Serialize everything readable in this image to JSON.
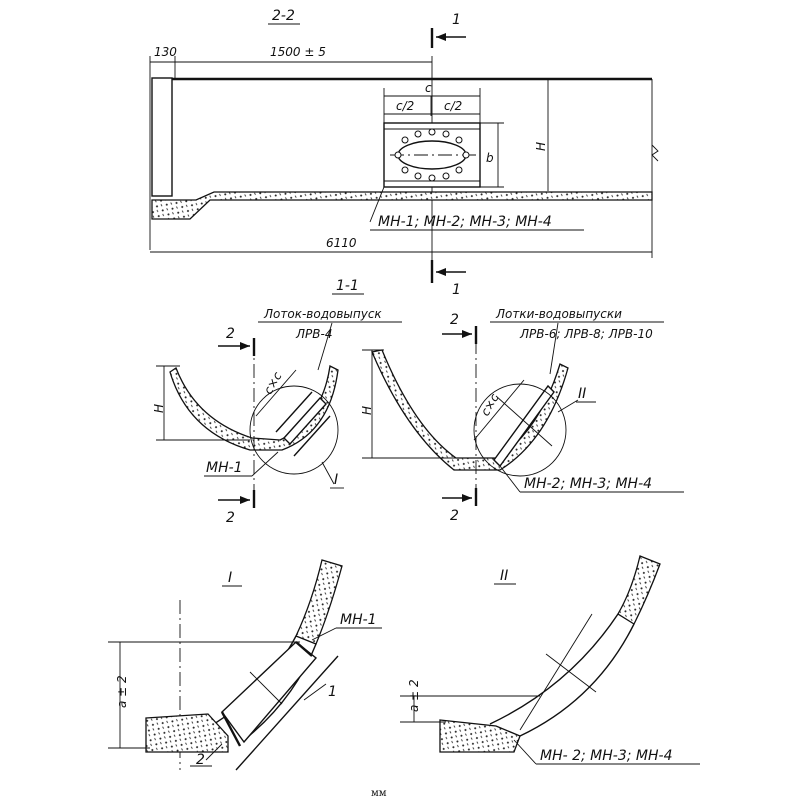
{
  "section_2_2": {
    "title": "2-2",
    "dim_left": "130",
    "dim_span": "1500 ± 5",
    "dim_total": "6110",
    "dim_c": "c",
    "dim_c_half_left": "c/2",
    "dim_c_half_right": "c/2",
    "dim_b": "b",
    "dim_h": "H",
    "parts_label": "МН-1; МН-2; МН-3; МН-4",
    "cut_marker_top": "1",
    "cut_marker_bottom": "1"
  },
  "section_1_1": {
    "title": "1-1",
    "left": {
      "callout_line1": "Лоток-водовыпуск",
      "callout_line2": "ЛРВ-4",
      "dim_h": "H",
      "dim_cxc": "c×c",
      "part_label": "МН-1",
      "detail_ref": "I",
      "cut_top": "2",
      "cut_bottom": "2"
    },
    "right": {
      "callout_line1": "Лотки-водовыпуски",
      "callout_line2": "ЛРВ-6; ЛРВ-8; ЛРВ-10",
      "dim_h": "H",
      "dim_cxc": "c×c",
      "detail_ref": "II",
      "parts_label": "МН-2; МН-3; МН-4",
      "cut_top": "2",
      "cut_bottom": "2"
    }
  },
  "detail_I": {
    "title": "I",
    "part_label": "МН-1",
    "dim_a": "a ± 2",
    "pos_1": "1",
    "pos_2": "2"
  },
  "detail_II": {
    "title": "II",
    "dim_a": "a ± 2",
    "parts_label": "МН- 2; МН-3; МН-4"
  },
  "footer": {
    "unit": "мм"
  }
}
